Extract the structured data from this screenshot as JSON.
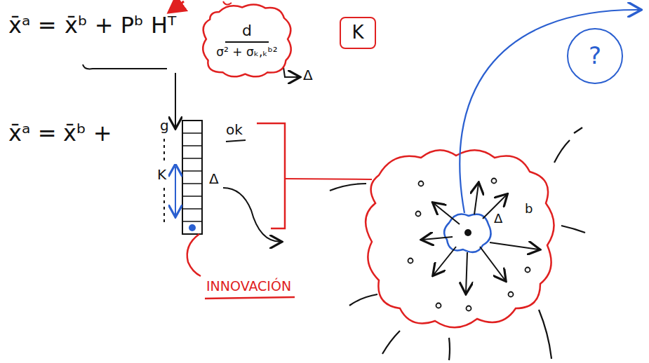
{
  "diagram": {
    "nodes": [
      {
        "text": [
          "d",
          "σ² + σₖ,ₖᵇ²"
        ]
      },
      {
        "text": [
          "K"
        ]
      },
      {
        "text": [
          "?"
        ]
      }
    ],
    "labels": [
      "x̄ᵃ =",
      "x̄ᵇ + Pᵇ Hᵀ",
      "Δ",
      "x̄ᵃ =",
      "x̄ᵇ +",
      "g",
      "K",
      "Δ",
      "ok",
      "INNOVACIÓN",
      "Δ",
      "b"
    ]
  }
}
